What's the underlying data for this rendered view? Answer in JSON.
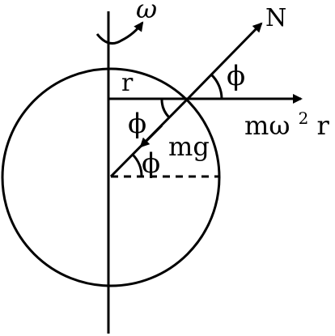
{
  "labels": {
    "omega": "ω",
    "normal": "N",
    "phi_top": "ϕ",
    "radius": "r",
    "phi_left": "ϕ",
    "mg": "mg",
    "centrifugal_prefix": "mω",
    "centrifugal_sup": "2",
    "centrifugal_suffix": "r",
    "phi_bottom": "ϕ"
  },
  "colors": {
    "ink": "#000000",
    "background": "#ffffff"
  }
}
